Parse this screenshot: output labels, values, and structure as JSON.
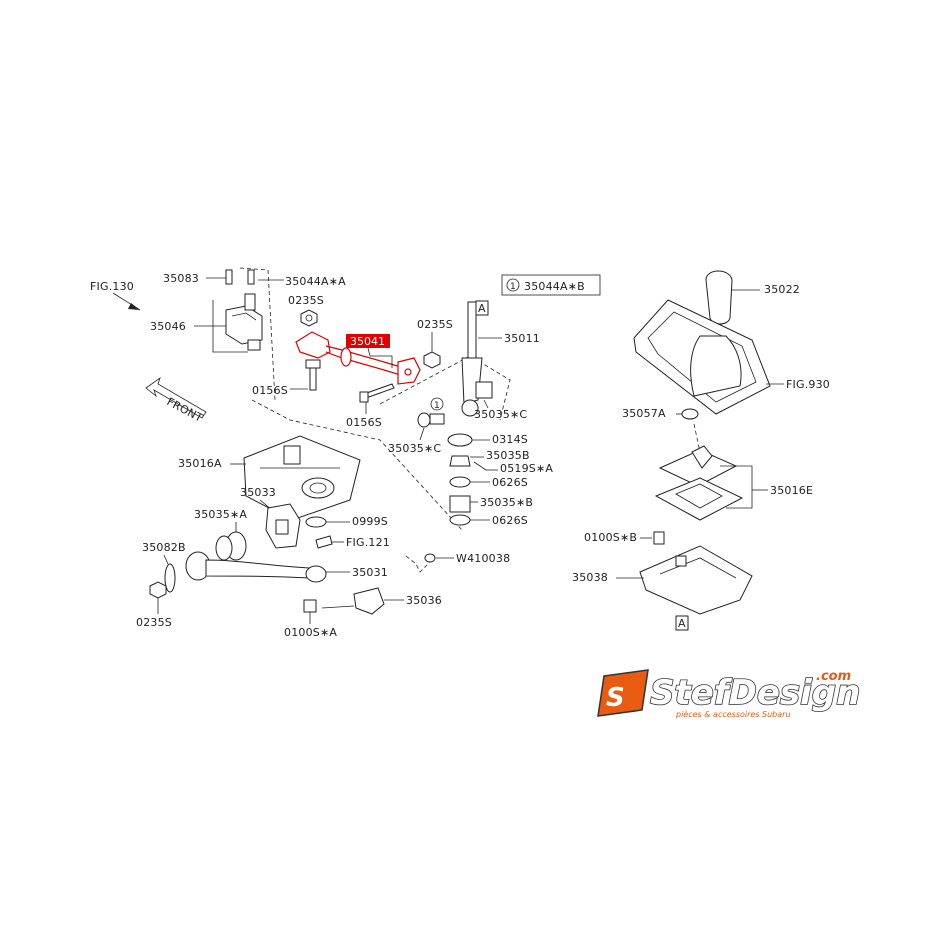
{
  "diagram": {
    "fig_refs": {
      "fig130": "FIG.130",
      "fig121": "FIG.121",
      "fig930": "FIG.930"
    },
    "front_label": "FRONT",
    "ref_marker": "A",
    "note_number": "1",
    "note_text": "35044A∗B",
    "highlight_color": "#e00000",
    "parts": {
      "p35083": "35083",
      "p35044a": "35044A∗A",
      "p0235s_top": "0235S",
      "p35046": "35046",
      "p0156s_left": "0156S",
      "p35041": "35041",
      "p0235s_mid": "0235S",
      "p0156s_mid": "0156S",
      "p35011": "35011",
      "p35035c_right": "35035∗C",
      "p35035c_left": "35035∗C",
      "p0314s": "0314S",
      "p35035b": "35035B",
      "p0519s": "0519S∗A",
      "p0626s_top": "0626S",
      "p35035_b": "35035∗B",
      "p0626s_bot": "0626S",
      "p35016a": "35016A",
      "p35033": "35033",
      "p35035a": "35035∗A",
      "p0999s": "0999S",
      "p35082b": "35082B",
      "p35031": "35031",
      "pw410038": "W410038",
      "p35036": "35036",
      "p0235s_bot": "0235S",
      "p0100sa": "0100S∗A",
      "p35022": "35022",
      "p35057a": "35057A",
      "p35016e": "35016E",
      "p0100sb": "0100S∗B",
      "p35038": "35038"
    }
  },
  "logo": {
    "name": "StefDesign",
    "domain": ".com",
    "tagline": "pièces & accessoires Subaru",
    "accent": "#e85b10"
  }
}
